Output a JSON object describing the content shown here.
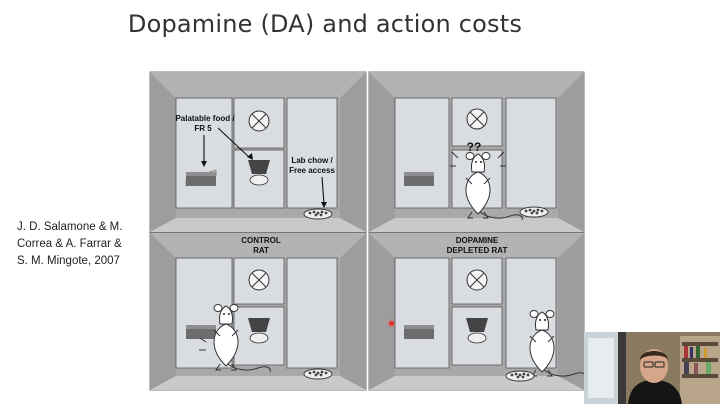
{
  "slide": {
    "title": "Dopamine (DA) and action costs",
    "citation_lines": [
      "J. D. Salamone & M.",
      "Correa & A. Farrar &",
      "S. M. Mingote, 2007"
    ]
  },
  "figure": {
    "panel1": {
      "label_food_line1": "Palatable food /",
      "label_food_line2": "FR 5",
      "label_chow_line1": "Lab chow /",
      "label_chow_line2": "Free access"
    },
    "panel2": {
      "label_question": "??"
    },
    "panel3": {
      "label_line1": "CONTROL",
      "label_line2": "RAT"
    },
    "panel4": {
      "label_line1": "DOPAMINE",
      "label_line2": "DEPLETED RAT"
    }
  },
  "colors": {
    "title": "#333333",
    "box_frame": "#a9a9a9",
    "box_floor": "#c9c9c9",
    "compartment": "#d9dce1"
  },
  "icons": [
    "lever-icon",
    "cue-light-icon",
    "food-receptacle-icon",
    "food-dish-icon",
    "rat-icon",
    "laser-pointer-dot",
    "webcam-presenter"
  ]
}
